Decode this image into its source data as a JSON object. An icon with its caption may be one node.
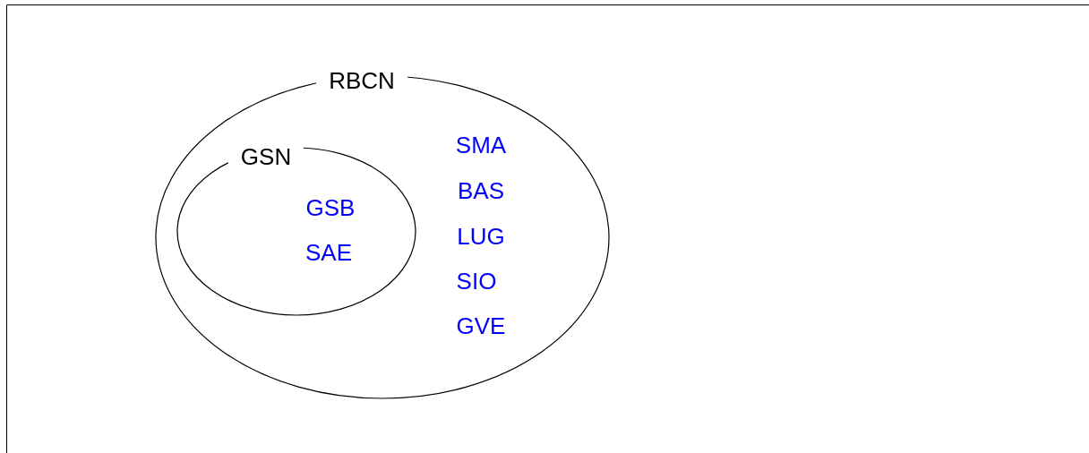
{
  "diagram": {
    "nodes": [
      {
        "text": [
          "RBCN"
        ]
      },
      {
        "text": [
          "GSN"
        ],
        "in": 0
      }
    ],
    "labels": [
      "SMA",
      "GSB",
      "BAS",
      "LUG",
      "SAE",
      "SIO",
      "GVE"
    ]
  }
}
